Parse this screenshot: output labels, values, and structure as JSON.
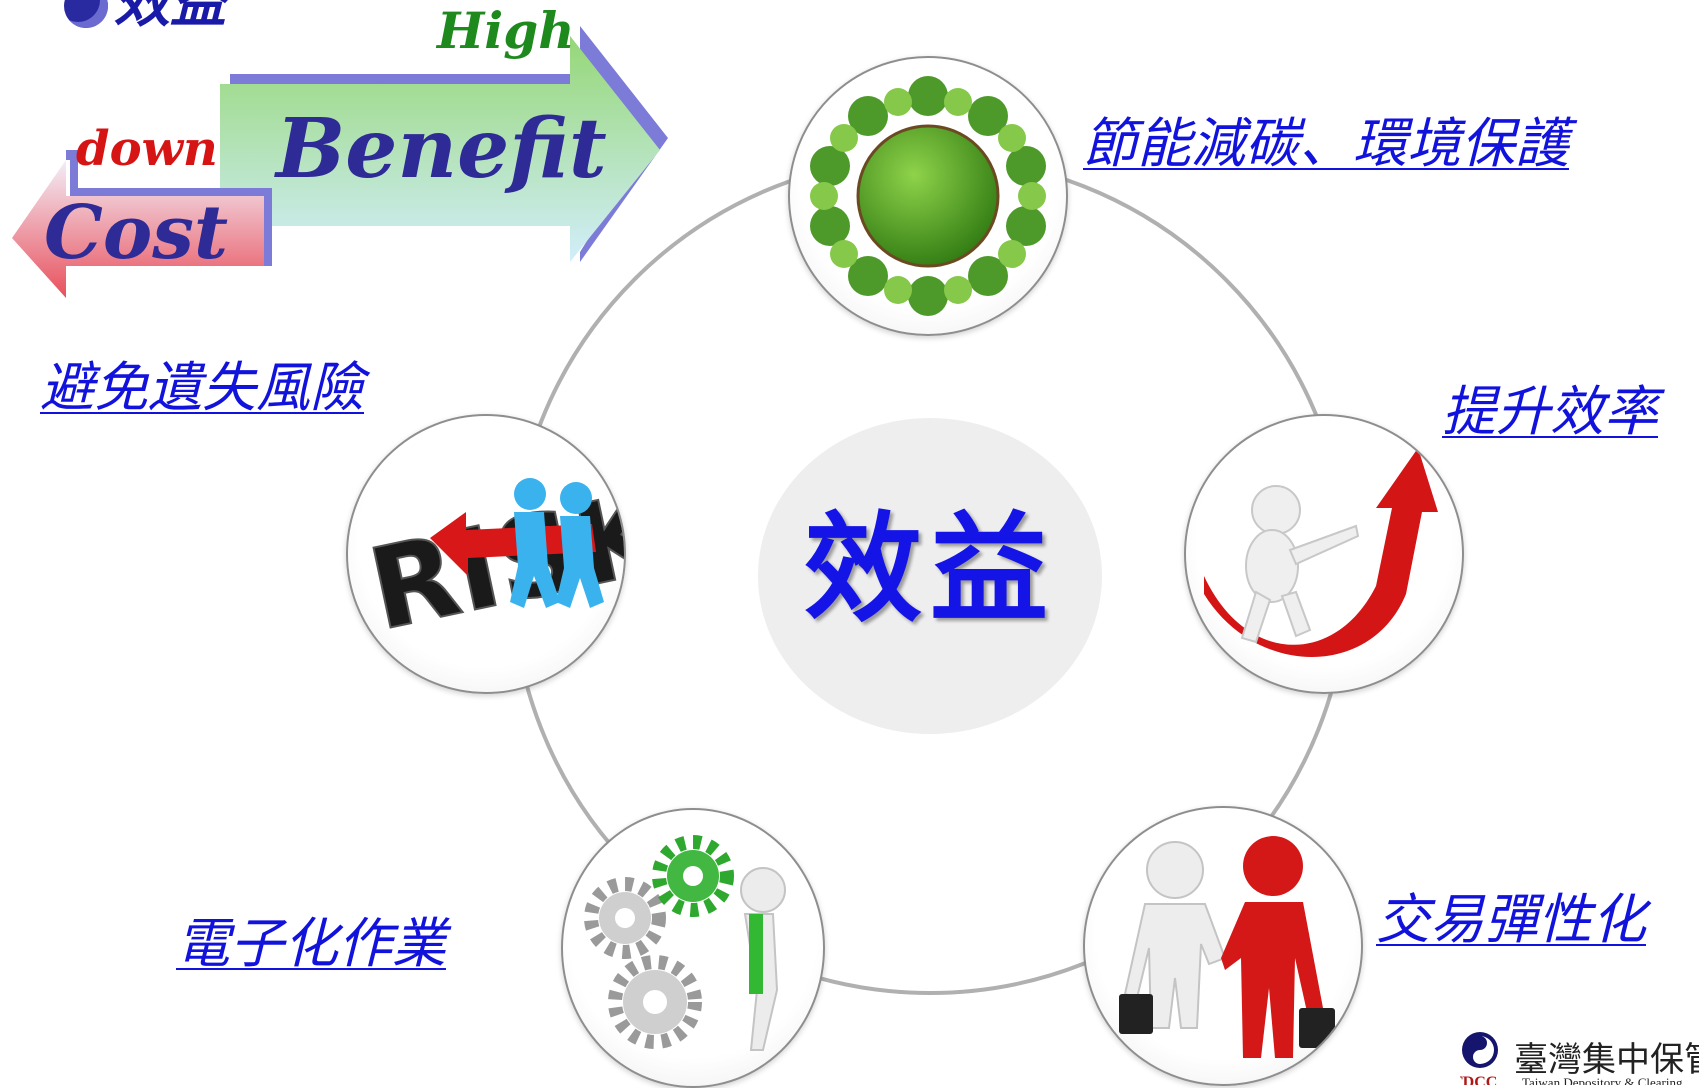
{
  "title": {
    "text": "效益"
  },
  "hero": {
    "high": "High",
    "benefit": "Benefit",
    "down": "down",
    "cost": "Cost",
    "colors": {
      "benefit_top": "#9bd97a",
      "benefit_bottom": "#cfeefb",
      "cost_top": "#f1eaf6",
      "cost_bottom": "#e8545e",
      "edge": "#7b7bd6"
    }
  },
  "center": {
    "label": "效益"
  },
  "benefits": [
    {
      "label": "節能減碳、環境保護",
      "icon": "green-earth-with-trees-icon"
    },
    {
      "label": "提升效率",
      "icon": "figure-riding-red-arrow-icon"
    },
    {
      "label": "交易彈性化",
      "icon": "handshake-icon"
    },
    {
      "label": "電子化作業",
      "icon": "figure-with-gears-icon"
    },
    {
      "label": "避免遺失風險",
      "icon": "risk-tug-of-war-icon"
    }
  ],
  "logo": {
    "name": "臺灣集中保管",
    "abbr": "TDCC",
    "subtitle": "Taiwan Depository & Clearing"
  },
  "colors": {
    "link": "#1212dd",
    "ring": "#b0b0b0",
    "center_disc": "#eeeeee",
    "center_text": "#1414e6"
  }
}
